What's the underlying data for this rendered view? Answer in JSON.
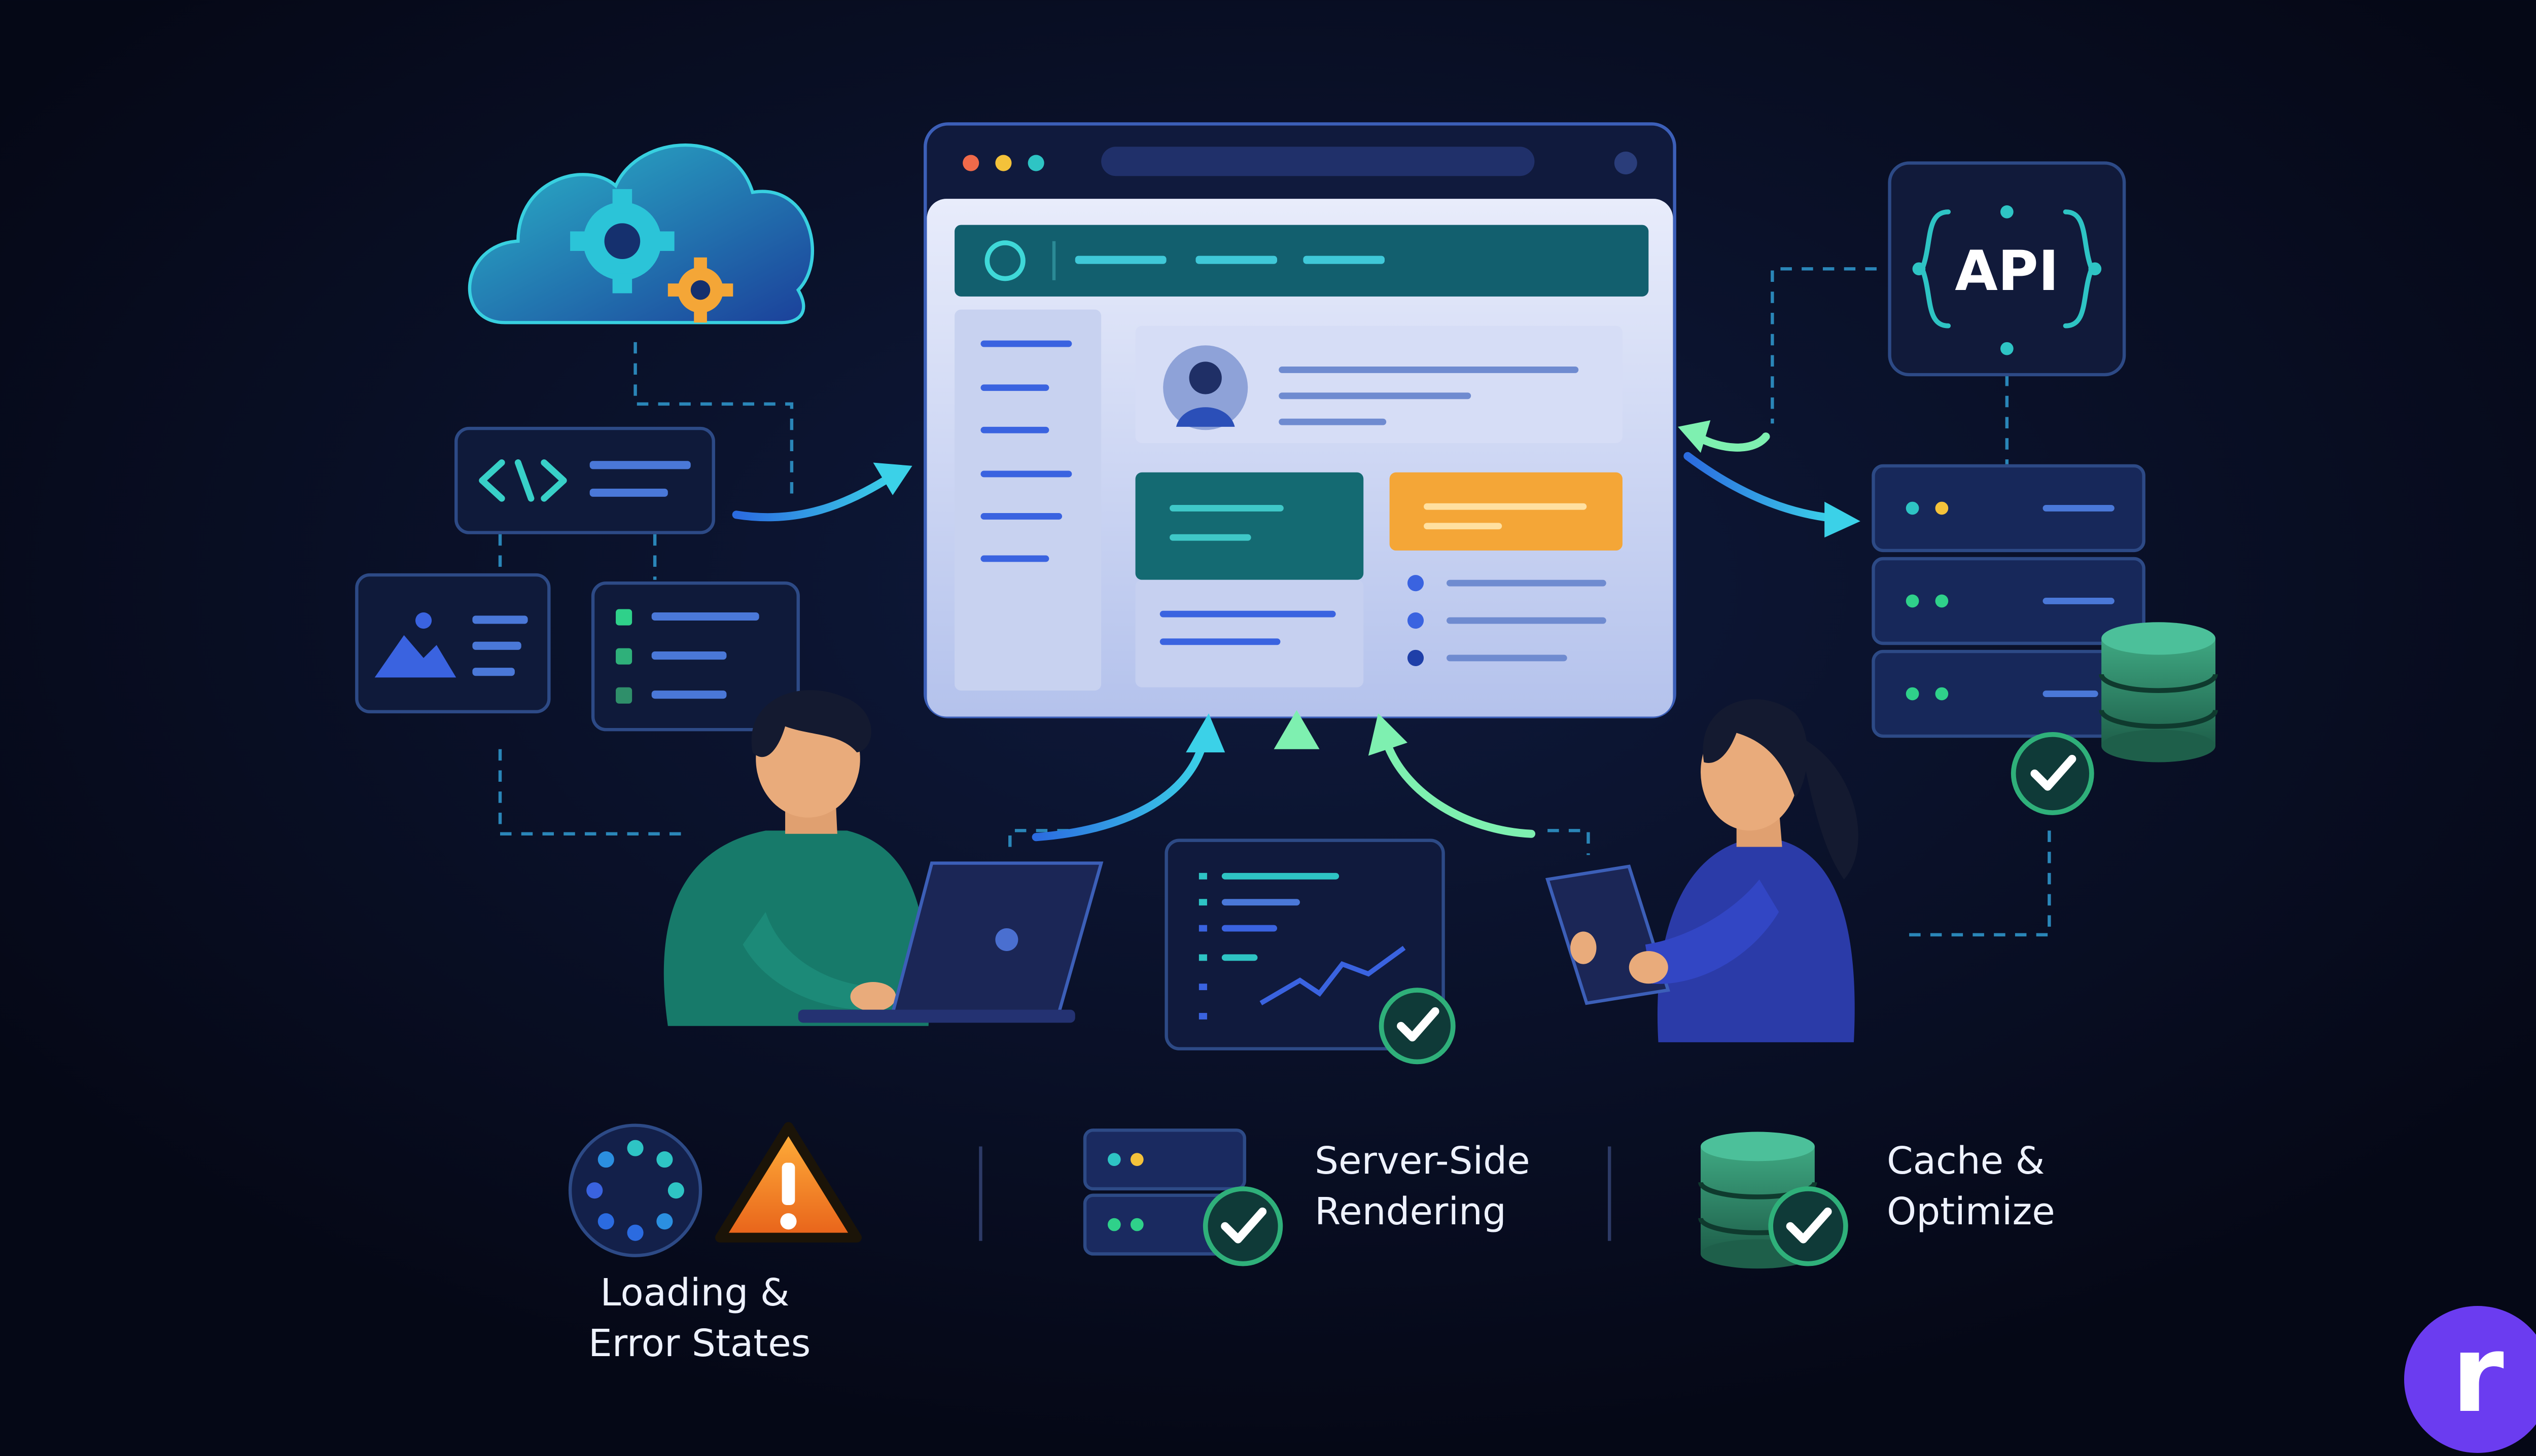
{
  "api_label": "API",
  "features": [
    {
      "lines": [
        "Loading &",
        "Error States"
      ]
    },
    {
      "lines": [
        "Server-Side",
        "Rendering"
      ]
    },
    {
      "lines": [
        "Cache &",
        "Optimize"
      ]
    }
  ],
  "brand_letter": "r",
  "colors": {
    "background": "#060a1a",
    "teal": "#2ec4c4",
    "green": "#2f8f6a",
    "blue": "#3a63e0",
    "orange": "#f4a637",
    "purple": "#6b3cf0"
  },
  "icons": [
    "cloud-gear-icon",
    "code-icon",
    "image-icon",
    "list-icon",
    "api-icon",
    "server-icon",
    "database-icon",
    "check-icon",
    "loading-spinner-icon",
    "warning-icon",
    "laptop-icon",
    "tablet-icon"
  ]
}
